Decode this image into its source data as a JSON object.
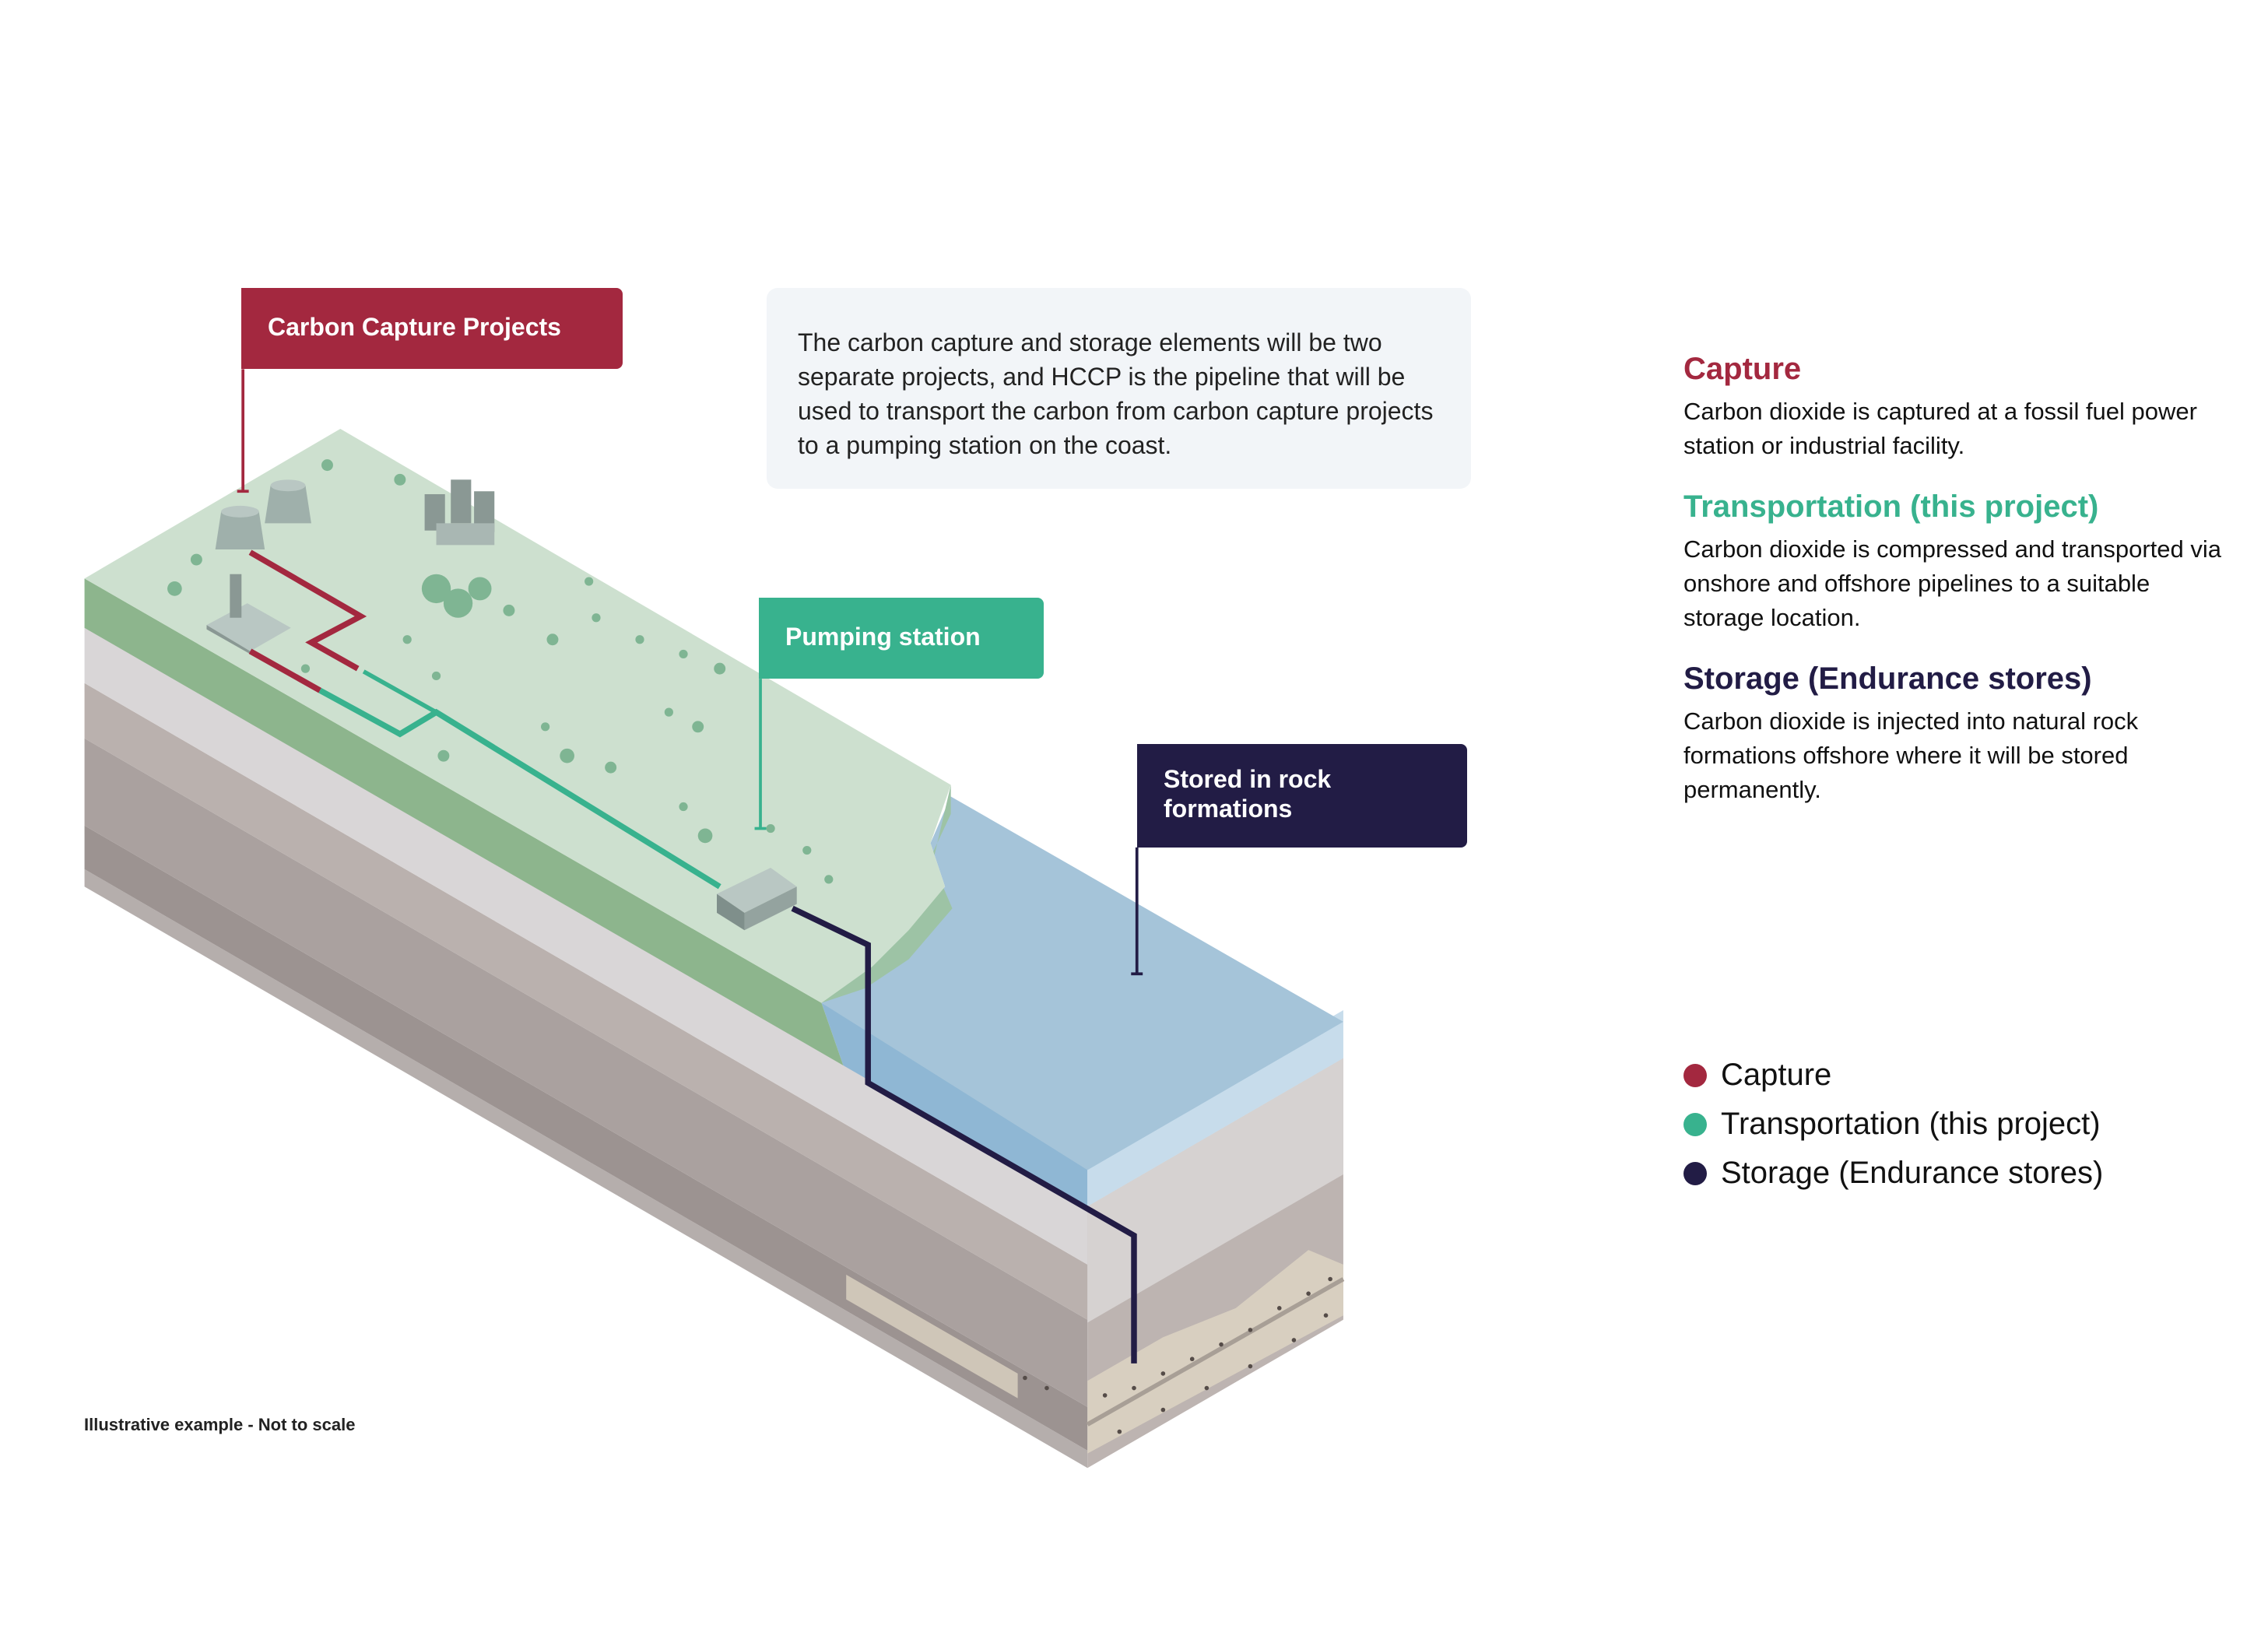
{
  "labels": {
    "capture_tag": "Carbon Capture Projects",
    "pumping_tag": "Pumping station",
    "storage_tag_line1": "Stored in rock",
    "storage_tag_line2": "formations"
  },
  "info_box": "The carbon capture and storage elements will be two separate projects, and HCCP is the pipeline that will be used to transport the carbon from carbon capture projects to a pumping station on the coast.",
  "sections": [
    {
      "title": "Capture",
      "text": "Carbon dioxide is captured at a fossil fuel power station or industrial facility.",
      "color": "#a3283f"
    },
    {
      "title": "Transportation (this project)",
      "text": "Carbon dioxide is compressed and transported via onshore and offshore pipelines to a suitable storage location.",
      "color": "#38b28e"
    },
    {
      "title": "Storage (Endurance stores)",
      "text": "Carbon dioxide is injected into natural rock formations offshore where it will be stored permanently.",
      "color": "#221c45"
    }
  ],
  "legend": [
    {
      "label": "Capture",
      "color": "#a3283f"
    },
    {
      "label": "Transportation (this project)",
      "color": "#38b28e"
    },
    {
      "label": "Storage (Endurance stores)",
      "color": "#221c45"
    }
  ],
  "footnote": "Illustrative example - Not to scale"
}
